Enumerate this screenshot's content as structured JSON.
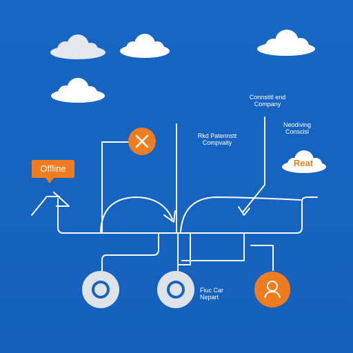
{
  "labels": {
    "top_right": "Connstitl end\nCompany",
    "middle": "Rkd Patennstt\nCompvaity",
    "right": "Neodiving\nConscisl",
    "offline": "Offline",
    "reset": "Reat",
    "bottom": "Fiuc Car\nNepart"
  },
  "colors": {
    "background": "#1565c0",
    "line": "#ffffff",
    "accent_orange": "#ef7d1f",
    "cloud": "#ffffff",
    "cloud_gray": "#e3e7ec",
    "node_gray": "#dfe3e8"
  },
  "icons": {
    "close": "close-icon",
    "user": "user-icon",
    "cloud": "cloud-icon"
  }
}
